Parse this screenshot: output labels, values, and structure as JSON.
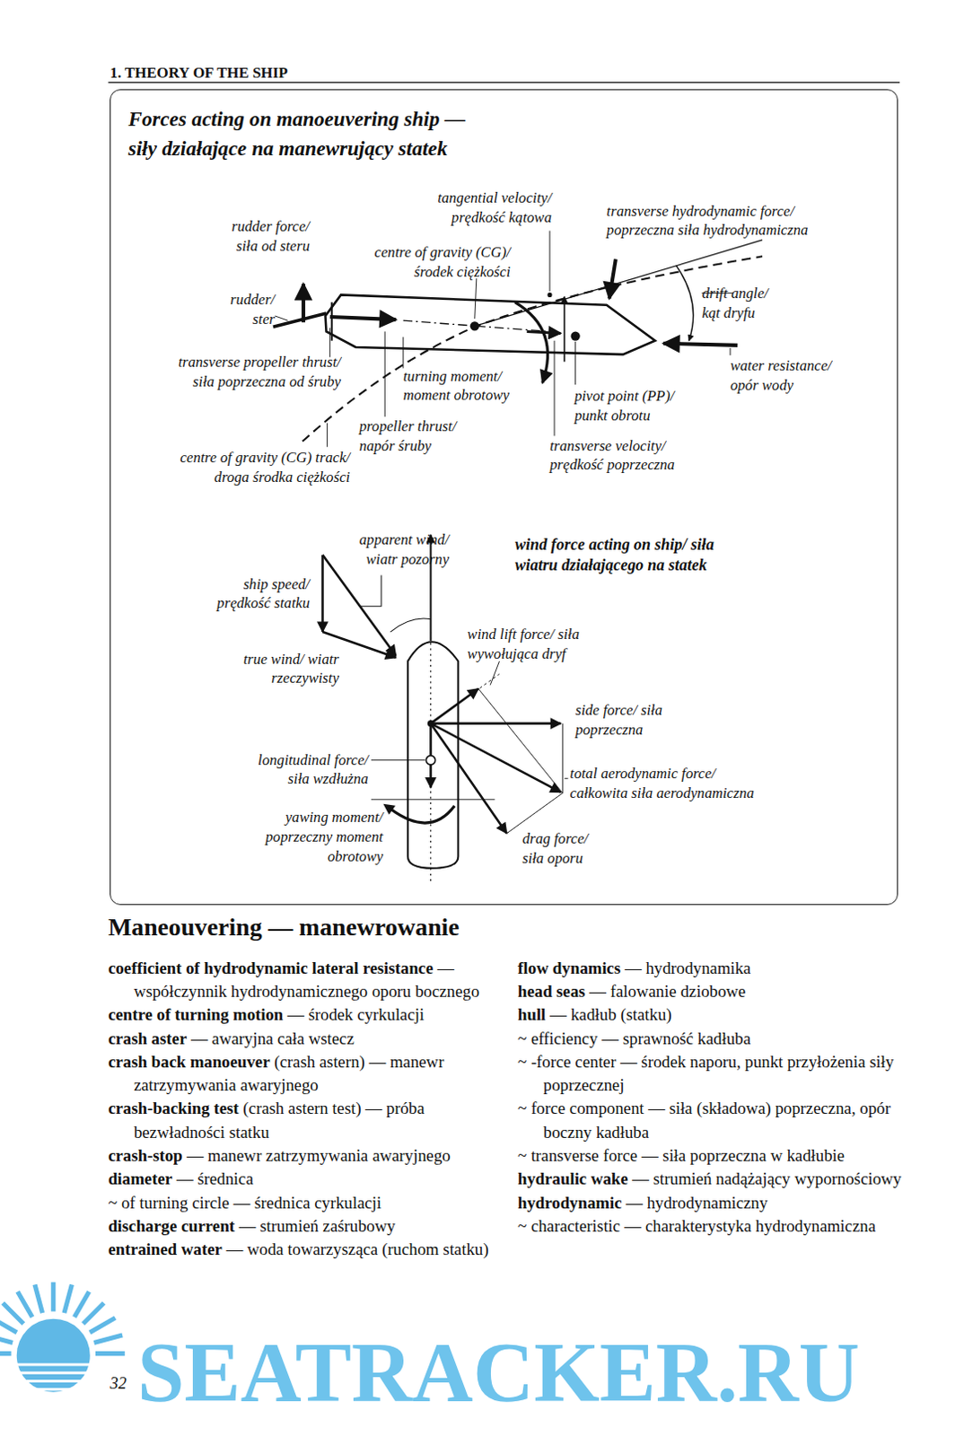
{
  "diagram": {
    "title": "1. THEORY OF THE SHIP",
    "nodes": [
      {
        "text": [
          "Forces acting on manoeuvering ship — siły działające na manewrujący statek"
        ]
      }
    ],
    "labels": [
      "tangential velocity/ prędkość kątowa",
      "transverse hydrodynamic force/ poprzeczna siła hydrodynamiczna",
      "rudder force/ siła od steru",
      "centre of gravity (CG)/ środek ciężkości",
      "rudder/ ster",
      "drift angle/ kąt dryfu",
      "transverse propeller thrust/ siła poprzeczna od śruby",
      "water resistance/ opór wody",
      "turning moment/ moment obrotowy",
      "pivot point (PP)/ punkt obrotu",
      "propeller thrust/ napór śruby",
      "transverse velocity/ prędkość poprzeczna",
      "centre of gravity (CG) track/ droga środka ciężkości",
      "apparent wind/ wiatr pozorny",
      "wind force acting on ship/ siła wiatru działającego na statek",
      "ship speed/ prędkość statku",
      "wind lift force/ siła wywołująca dryf",
      "true wind/ wiatr rzeczywisty",
      "side force/ siła poprzeczna",
      "longitudinal force/ siła wzdłużna",
      "total aerodynamic force/ całkowita siła aerodynamiczna",
      "yawing moment/ poprzeczny moment obrotowy",
      "drag force/ siła oporu",
      "Maneouvering — manewrowanie",
      "coefficient of hydrodynamic lateral resistance",
      "— współczynnik hydrodynamicznego oporu bocznego",
      "centre of turning motion",
      "— środek cyrkulacji",
      "crash aster",
      "— awaryjna cała wstecz",
      "crash back manoeuver",
      "(crash astern) — manewr zatrzymywania awaryjnego",
      "crash-backing test",
      "(crash astern test) — próba bezwładności statku",
      "crash-stop",
      "— manewr zatrzymywania awaryjnego",
      "diameter",
      "— średnica",
      "~ of turning circle — średnica cyrkulacji",
      "discharge current",
      "— strumień zaśrubowy",
      "entrained water",
      "— woda towarzysząca (ruchom statku)",
      "flow dynamics",
      "— hydrodynamika",
      "head seas",
      "— falowanie dziobowe",
      "hull",
      "— kadłub (statku)",
      "~ efficiency — sprawność kadłuba",
      "~ -force center — środek naporu, punkt przyłożenia siły poprzecznej",
      "~ force component — siła (składowa) poprzeczna, opór boczny kadłuba",
      "~ transverse force — siła poprzeczna w kadłubie",
      "hydraulic wake",
      "— strumień nadążający wypornościowy",
      "hydrodynamic",
      "— hydrodynamiczny",
      "~ characteristic — charakterystyka hydrodynamiczna",
      "32",
      "SEATRACKER.RU"
    ]
  }
}
